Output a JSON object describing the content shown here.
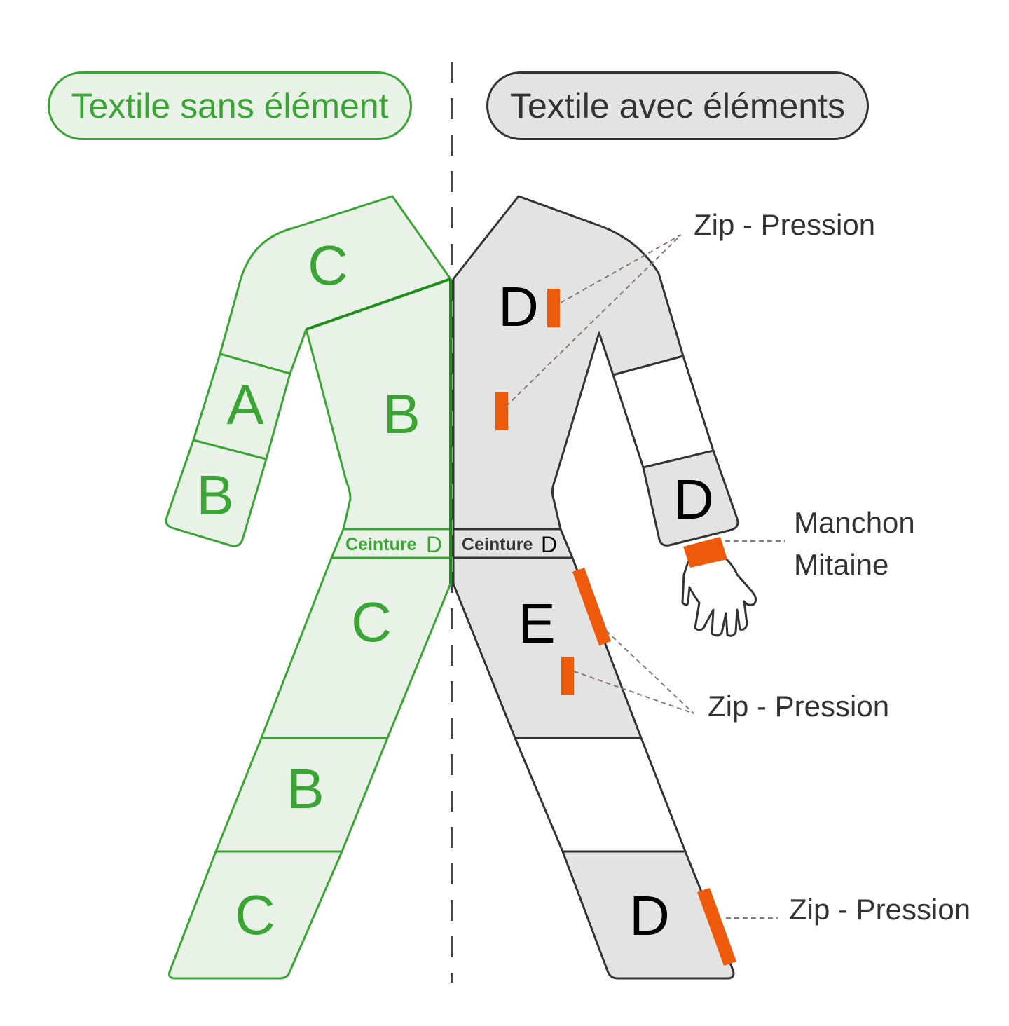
{
  "headers": {
    "left": "Textile sans élément",
    "right": "Textile avec éléments"
  },
  "left_zones": {
    "shoulder": "C",
    "upper_arm": "A",
    "forearm": "B",
    "torso": "B",
    "belt_label": "Ceinture",
    "belt_letter": "D",
    "thigh": "C",
    "shin": "B",
    "ankle": "C"
  },
  "right_zones": {
    "chest": "D",
    "wrist": "D",
    "belt_label": "Ceinture",
    "belt_letter": "D",
    "hip": "E",
    "ankle": "D"
  },
  "callouts": {
    "zip_top": "Zip - Pression",
    "manchon": "Manchon",
    "mitaine": "Mitaine",
    "zip_mid": "Zip - Pression",
    "zip_bottom": "Zip - Pression"
  },
  "colors": {
    "green": "#3aa535",
    "green_fill": "#e8f2e6",
    "grey_stroke": "#333333",
    "grey_fill": "#e3e3e3",
    "orange": "#ee5a0c",
    "black_letters": "#000000"
  }
}
